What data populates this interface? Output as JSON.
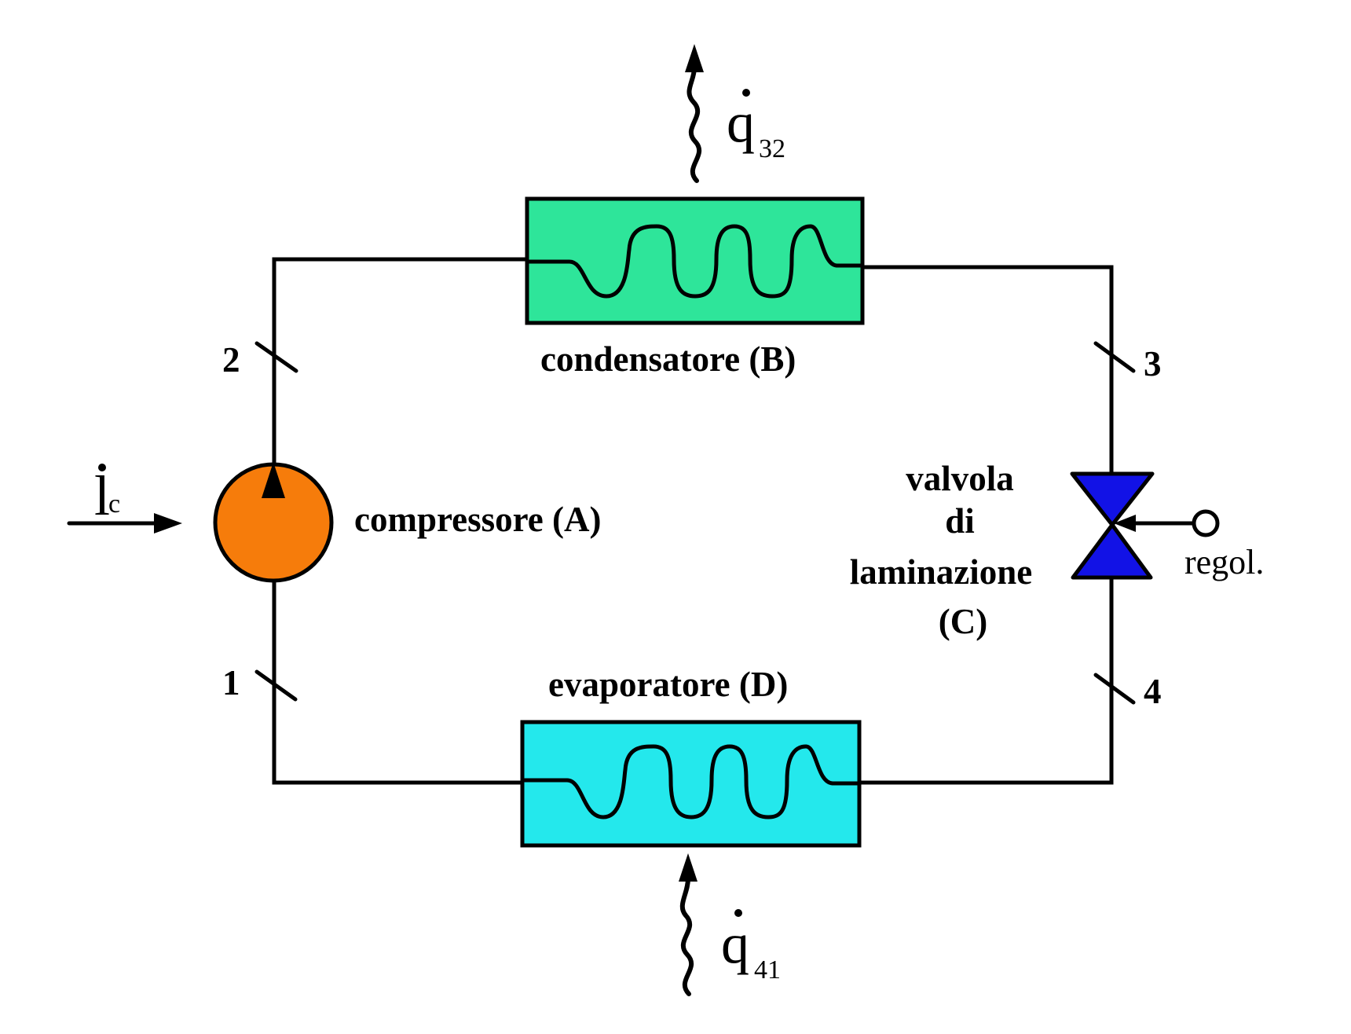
{
  "diagram": {
    "colors": {
      "condenser": "#2EE59A",
      "evaporator": "#24E8EC",
      "compressor": "#F67C0B",
      "valve": "#1212E6",
      "line": "#000000"
    },
    "components": {
      "compressor": {
        "label": "compressore (A)"
      },
      "condenser": {
        "label": "condensatore (B)"
      },
      "valve": {
        "label_line1": "valvola",
        "label_line2": "di",
        "label_line3": "laminazione",
        "label_line4": "(C)"
      },
      "evaporator": {
        "label": "evaporatore (D)"
      }
    },
    "states": {
      "s1": "1",
      "s2": "2",
      "s3": "3",
      "s4": "4"
    },
    "heat_out": {
      "symbol": "q",
      "subscript": "32"
    },
    "heat_in": {
      "symbol": "q",
      "subscript": "41"
    },
    "work_in": {
      "symbol": "l",
      "subscript": "c"
    },
    "regulation": {
      "label": "regol."
    }
  }
}
